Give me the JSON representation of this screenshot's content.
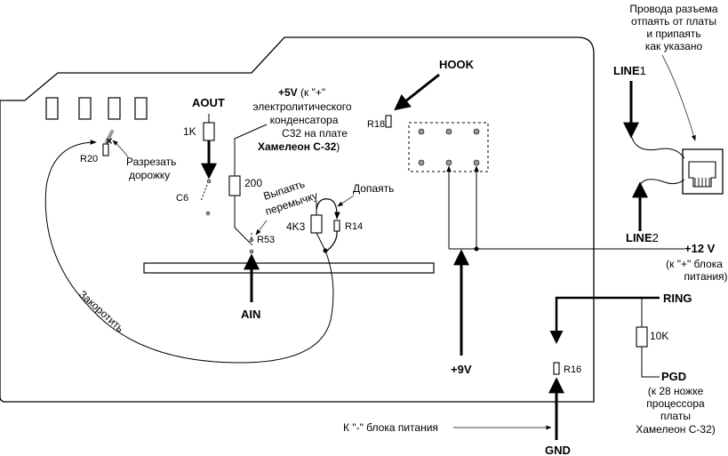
{
  "colors": {
    "line": "#000000",
    "thin": "#444444",
    "bg": "#ffffff",
    "dot": "#999999"
  },
  "labels": {
    "top_note": [
      "Провода разъема",
      "отпаять от платы",
      "и припаять",
      "как указано"
    ],
    "hook": "HOOK",
    "aout": "AOUT",
    "r_1k": "1K",
    "c6": "C6",
    "r_200": "200",
    "plus5v_bold": "+5V",
    "plus5v_rest": " (к \"+\"",
    "cap_lines": [
      "электролитического",
      "конденсатора",
      "С32 на плате"
    ],
    "chameleon": "Хамелеон С-32",
    "chameleon_paren": ")",
    "r18": "R18",
    "r20": "R20",
    "cut_lines": [
      "Разрезать",
      "дорожку"
    ],
    "jumper_lines": [
      "Выпаять",
      "перемычку"
    ],
    "r53": "R53",
    "r_4k3": "4K3",
    "r14": "R14",
    "solder": "Допаять",
    "short": "Закоротить",
    "ain": "AIN",
    "line1_main": "LINE",
    "line1_sub": "1",
    "line2_main": "LINE",
    "line2_sub": "2",
    "plus12v": "+12 V",
    "plus12v_note": [
      "(к \"+\" блока",
      "питания)"
    ],
    "ring": "RING",
    "r_10k": "10K",
    "pgd": "PGD",
    "pgd_note": [
      "(к 28 ножке",
      "процессора",
      "платы",
      "Хамелеон С-32)"
    ],
    "plus9v": "+9V",
    "r16": "R16",
    "minus_note": "К \"-\" блока питания",
    "gnd": "GND"
  }
}
